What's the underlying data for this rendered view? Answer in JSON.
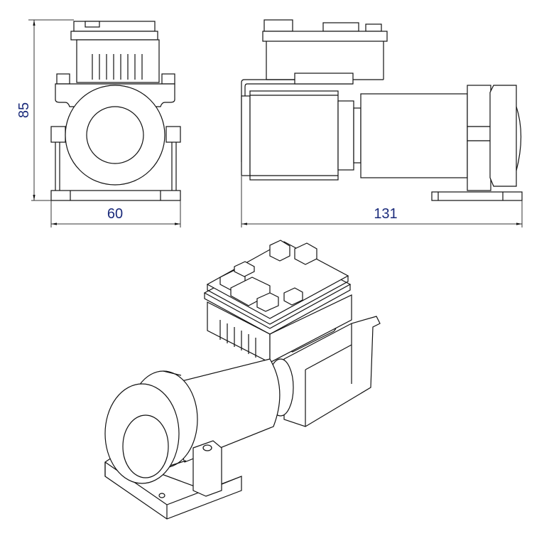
{
  "dimensions": {
    "height_label": "85",
    "width_label": "60",
    "length_label": "131"
  },
  "colors": {
    "line": "#111111",
    "dimension_text": "#1a2a7a"
  }
}
